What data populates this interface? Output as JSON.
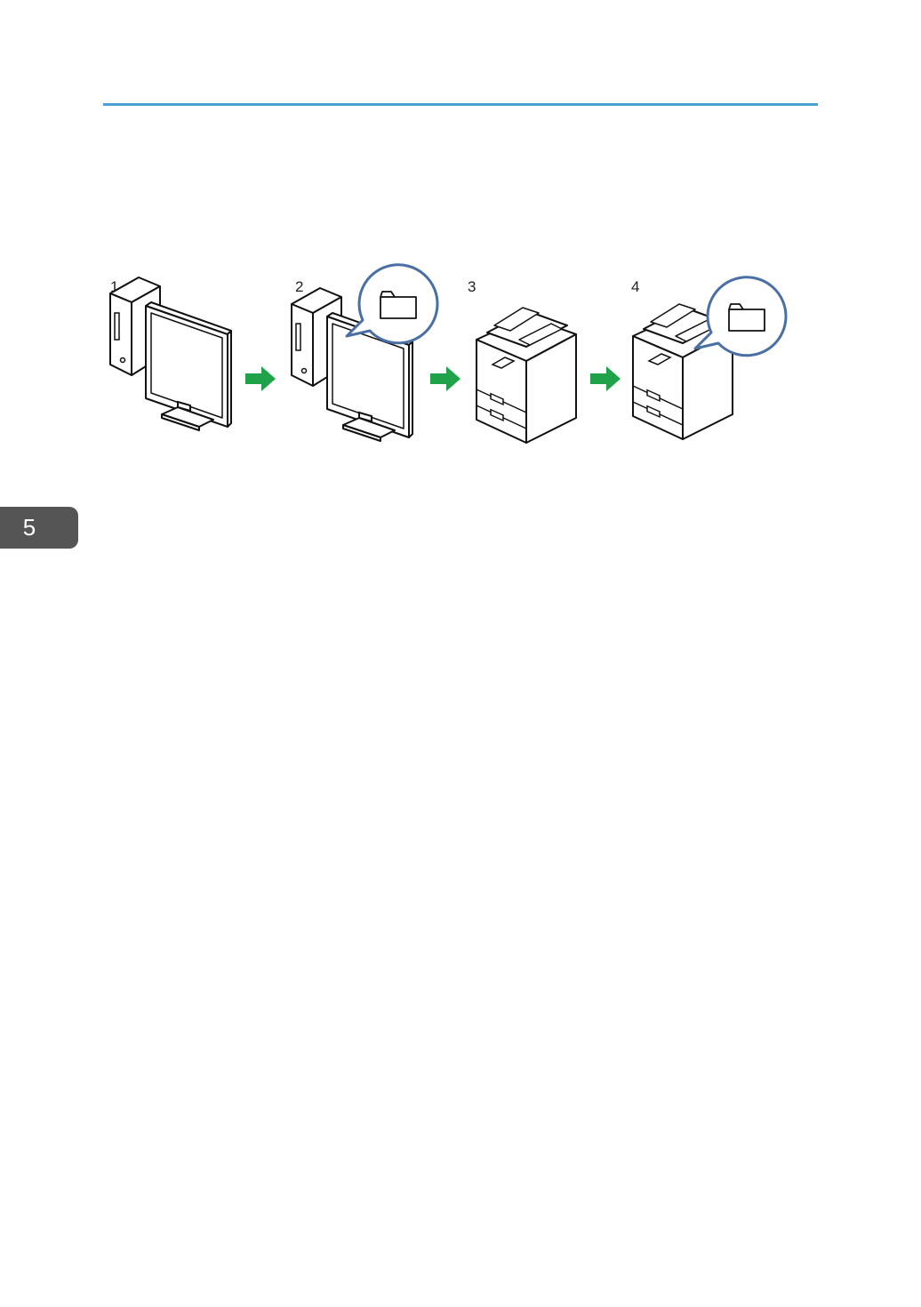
{
  "chapter_tab": {
    "number": "5"
  },
  "colors": {
    "header_rule": "#4a9fd5",
    "chapter_tab": "#555555",
    "arrow": "#1fa24a",
    "balloon": "#4a6fa5"
  },
  "diagram": {
    "steps": [
      {
        "label": "1",
        "device": "computer",
        "icon": "computer-icon"
      },
      {
        "label": "2",
        "device": "computer",
        "icon": "computer-icon",
        "callout": "folder-icon"
      },
      {
        "label": "3",
        "device": "multifunction-printer",
        "icon": "printer-icon"
      },
      {
        "label": "4",
        "device": "multifunction-printer",
        "icon": "printer-icon",
        "callout": "folder-icon"
      }
    ],
    "connectors": [
      "arrow-right-icon",
      "arrow-right-icon",
      "arrow-right-icon"
    ]
  }
}
